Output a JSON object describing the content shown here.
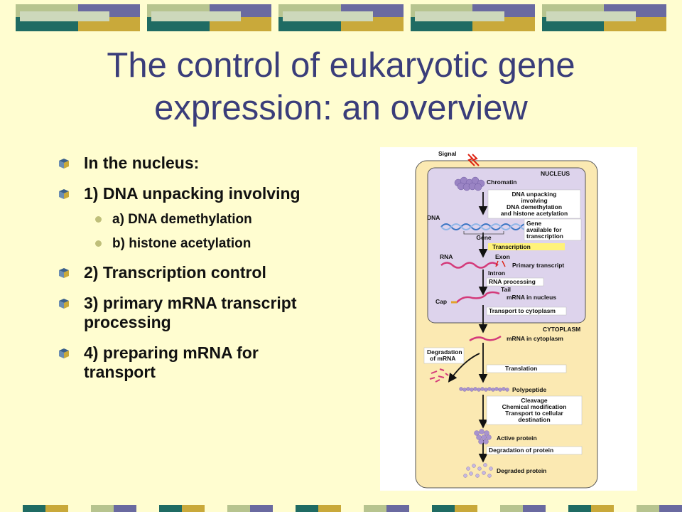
{
  "slide": {
    "title": "The control of eukaryotic gene expression:  an overview",
    "bullets": [
      {
        "text": "In the nucleus:",
        "level": 1
      },
      {
        "text": "1) DNA unpacking involving",
        "level": 1
      },
      {
        "text": "a) DNA demethylation",
        "level": 2
      },
      {
        "text": "b) histone acetylation",
        "level": 2
      },
      {
        "text": "2) Transcription control",
        "level": 1
      },
      {
        "text": "3) primary mRNA transcript processing",
        "level": 1
      },
      {
        "text": "4) preparing mRNA for transport",
        "level": 1
      }
    ]
  },
  "diagram": {
    "signal": "Signal",
    "nucleus": "NUCLEUS",
    "chromatin": "Chromatin",
    "dna_unpacking": [
      "DNA unpacking",
      "involving",
      "DNA demethylation",
      "and histone acetylation"
    ],
    "dna": "DNA",
    "gene": "Gene",
    "gene_available": [
      "Gene",
      "available for",
      "transcription"
    ],
    "transcription": "Transcription",
    "rna": "RNA",
    "exon": "Exon",
    "primary_transcript": "Primary transcript",
    "intron": "Intron",
    "rna_processing": "RNA processing",
    "tail": "Tail",
    "cap": "Cap",
    "mrna_nucleus": "mRNA in nucleus",
    "transport_cytoplasm": "Transport to cytoplasm",
    "cytoplasm": "CYTOPLASM",
    "mrna_cytoplasm": "mRNA in cytoplasm",
    "degradation_mrna": [
      "Degradation",
      "of mRNA"
    ],
    "translation": "Translation",
    "polypeptide": "Polypeptide",
    "modification": [
      "Cleavage",
      "Chemical modification",
      "Transport to cellular",
      "destination"
    ],
    "active_protein": "Active protein",
    "degradation_protein": "Degradation of protein",
    "degraded_protein": "Degraded protein"
  },
  "colors": {
    "background": "#fffdd0",
    "title": "#3a3d7a",
    "deco_teal": "#1f6b63",
    "deco_gold": "#c9a93a",
    "deco_purple": "#6a6aa0",
    "deco_sage": "#b7c48f",
    "nucleus_fill": "#ddd3ec",
    "cell_fill": "#fbe9b2",
    "transcription_highlight": "#fff27a"
  }
}
